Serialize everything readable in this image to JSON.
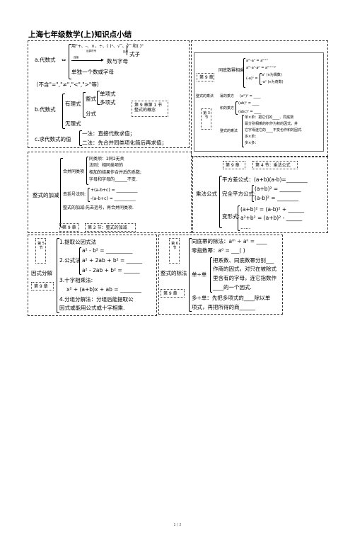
{
  "title": "上海七年级数学(上)知识点小结",
  "footer": "1 / 2",
  "s1": {
    "label_a": "a.代数式",
    "arrow": "⇔",
    "line1": "用\"+、-、×、÷、( )ⁿ、√‾、∛‾ 和( )\"",
    "mid_small1": "运算符号",
    "mid_small2": "连接",
    "mid_small3": "括号",
    "target": "式子",
    "line2": "数与字母",
    "line3": "单独一个数或字母",
    "note": "（不含\"=\",\"≠\",\"<\",\">\"等）",
    "label_b": "b.代数式",
    "youli": "有理式",
    "zhengshi": "整式",
    "danxiangshi": "单项式",
    "duoxiangshi": "多项式",
    "fenshi": "分式",
    "wuli": "无理式",
    "ref_b": "第 9 章第 1 节 整式的概念",
    "label_c": "c.求代数式的值",
    "method1": "一法：直接代数求值；",
    "method2": "二法：先合并同类项化简后再求值；"
  },
  "s2": {
    "chapter": "第 9 章",
    "tongdi": "同底数幂相乘",
    "f1": "aᵐ·aⁿ = aᵐ⁺ⁿ",
    "f2": "aᵐ·aⁿ·aᵖ = aᵐ⁺ⁿ⁺ᵖ",
    "f3a": "aⁿ (n为偶数)",
    "f3b": "-aⁿ (n为奇数)",
    "f3": "(-a)ⁿ =",
    "mul": "整式的乘法",
    "pow": "幂的乘方",
    "pow_f": "(aᵐ)ⁿ = ____",
    "prod_pow": "积的乘方",
    "prod_f1": "(ab)ⁿ = ____",
    "prod_f2": "(abc)ⁿ = ____",
    "jie_label": "第 3 节",
    "zs_mul": "整式的乘法",
    "r1": "单×单：把它们的____、同底数",
    "r2": "幂分别相乘的积作为积的因式，并",
    "r3": "它字母连它的____不变也作积的因式.",
    "r4": "多×单：",
    "r5": "多×多："
  },
  "s3": {
    "main": "整式的加减",
    "hebing": "合并同类项",
    "h1": "同类项：2同2无关",
    "h2": "法则：相同类项的",
    "h3": "相加的结果作合并后的系数;",
    "h4": "字母和字母的______不变.",
    "qu": "去括号法则:",
    "q1": "+(a-b+c) = __________",
    "q2": "-(a-b+c) = __________",
    "add": "整式的加减:先去括号，再合并同类项.",
    "ref_chapter": "第 9 章",
    "ref_section": "第 2 节：整式的加减"
  },
  "s4": {
    "chapter": "第 9 章",
    "section": "第 4 节：乘法公式",
    "label": "乘法公式",
    "p1": "平方差公式：(a+b)(a-b)=________",
    "p2_label": "完全平方公式:",
    "p2a": "(a+b)² = ________",
    "p2b": "(a-b)² = ________",
    "p3_label": "变形式:",
    "p3a": "(a+b)² = (a-b)² + ______",
    "p3b": "a²+b² = (a+b)² - ______",
    "p3c": "......"
  },
  "s5": {
    "jie": "第 5 节",
    "label": "因式分解",
    "chapter": "第 9 章",
    "a1": "1.提取公因式法",
    "a2": "2.公式法",
    "f1": "a² - b² = __________",
    "f2": "a² + 2ab + b² = ______",
    "f3": "a² - 2ab + b² = ______",
    "a3": "3.十字相乘法:",
    "f4": "x² + (a+b)x + ab = ________",
    "a4": "4.分组分解法：分组后能提取公",
    "a5": "因式或能用公式或十字相乘."
  },
  "s6": {
    "jie": "第 6 节",
    "label": "整式的除法",
    "chapter": "第 9 章",
    "d1": "同底幂的除法：aᵐ ÷ aⁿ = ____",
    "d2": "零指数幂：a⁰ = ___(     )",
    "dan": "单÷单",
    "r1": "把系数、同底数幂分别___",
    "r2": "作商的因式，对只在被除式",
    "r3": "里含有的字母，连它指数作",
    "r4": "____的一个因式.",
    "duo1": "多÷单：先把多项式的____除以单",
    "duo2": "项式，再把所得的商______"
  }
}
